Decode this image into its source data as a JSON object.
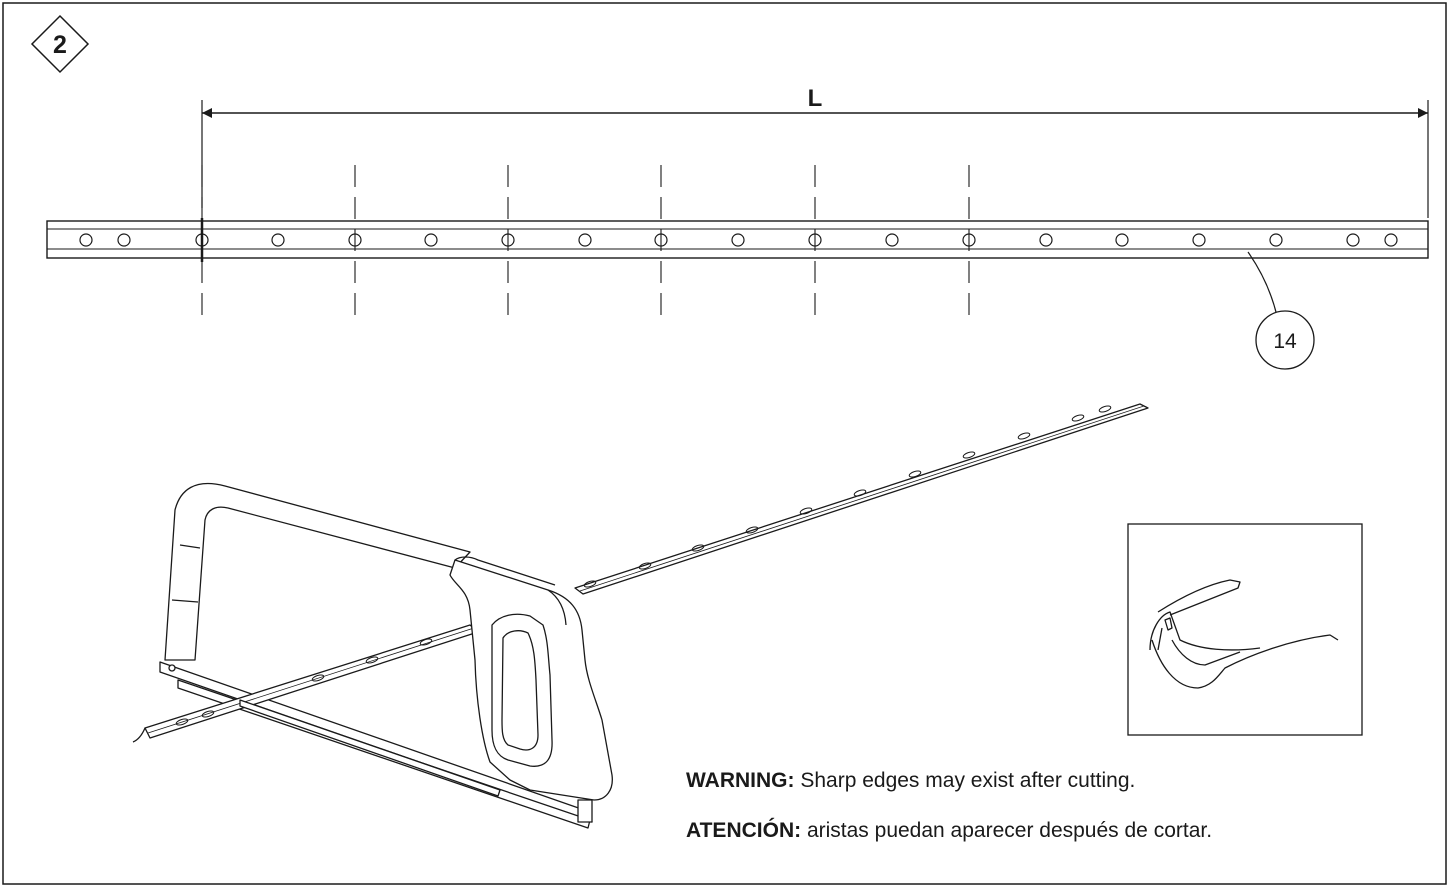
{
  "step": {
    "number": "2"
  },
  "dimension": {
    "label": "L"
  },
  "callout": {
    "part_number": "14"
  },
  "warnings": {
    "en_label": "WARNING:",
    "en_text": "Sharp edges may exist after cutting.",
    "es_label": "ATENCIÓN:",
    "es_text": "aristas puedan aparecer después de cortar."
  },
  "icons": {
    "safety_glasses": "safety-glasses-icon",
    "hacksaw": "hacksaw-icon"
  }
}
